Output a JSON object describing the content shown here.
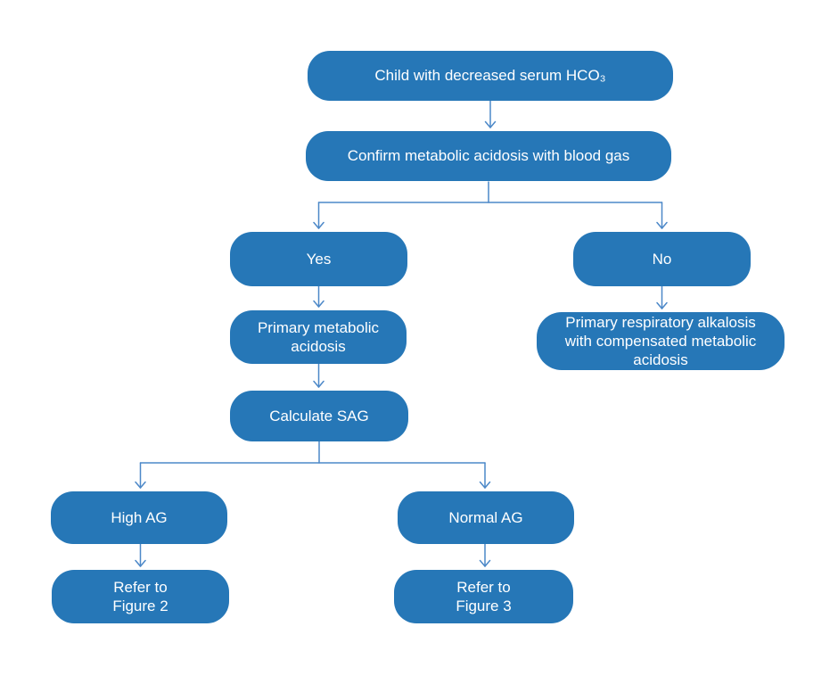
{
  "diagram": {
    "type": "flowchart",
    "colors": {
      "background": "#ffffff",
      "node_fill": "#2677b7",
      "node_text": "#ffffff",
      "connector": "#4c88c8"
    },
    "nodes": {
      "child": {
        "label": "Child with decreased serum HCO₃"
      },
      "confirm": {
        "label": "Confirm metabolic acidosis with blood gas"
      },
      "yes": {
        "label": "Yes"
      },
      "no": {
        "label": "No"
      },
      "primary_metabolic": {
        "label": "Primary metabolic\nacidosis"
      },
      "primary_respiratory": {
        "label": "Primary respiratory alkalosis\nwith compensated metabolic\nacidosis"
      },
      "calculate_sag": {
        "label": "Calculate SAG"
      },
      "high_ag": {
        "label": "High AG"
      },
      "normal_ag": {
        "label": "Normal AG"
      },
      "refer_fig2": {
        "label": "Refer to\nFigure 2"
      },
      "refer_fig3": {
        "label": "Refer to\nFigure 3"
      }
    },
    "edges": [
      {
        "from": "child",
        "to": "confirm"
      },
      {
        "from": "confirm",
        "to": "yes"
      },
      {
        "from": "confirm",
        "to": "no"
      },
      {
        "from": "yes",
        "to": "primary_metabolic"
      },
      {
        "from": "no",
        "to": "primary_respiratory"
      },
      {
        "from": "primary_metabolic",
        "to": "calculate_sag"
      },
      {
        "from": "calculate_sag",
        "to": "high_ag"
      },
      {
        "from": "calculate_sag",
        "to": "normal_ag"
      },
      {
        "from": "high_ag",
        "to": "refer_fig2"
      },
      {
        "from": "normal_ag",
        "to": "refer_fig3"
      }
    ]
  }
}
